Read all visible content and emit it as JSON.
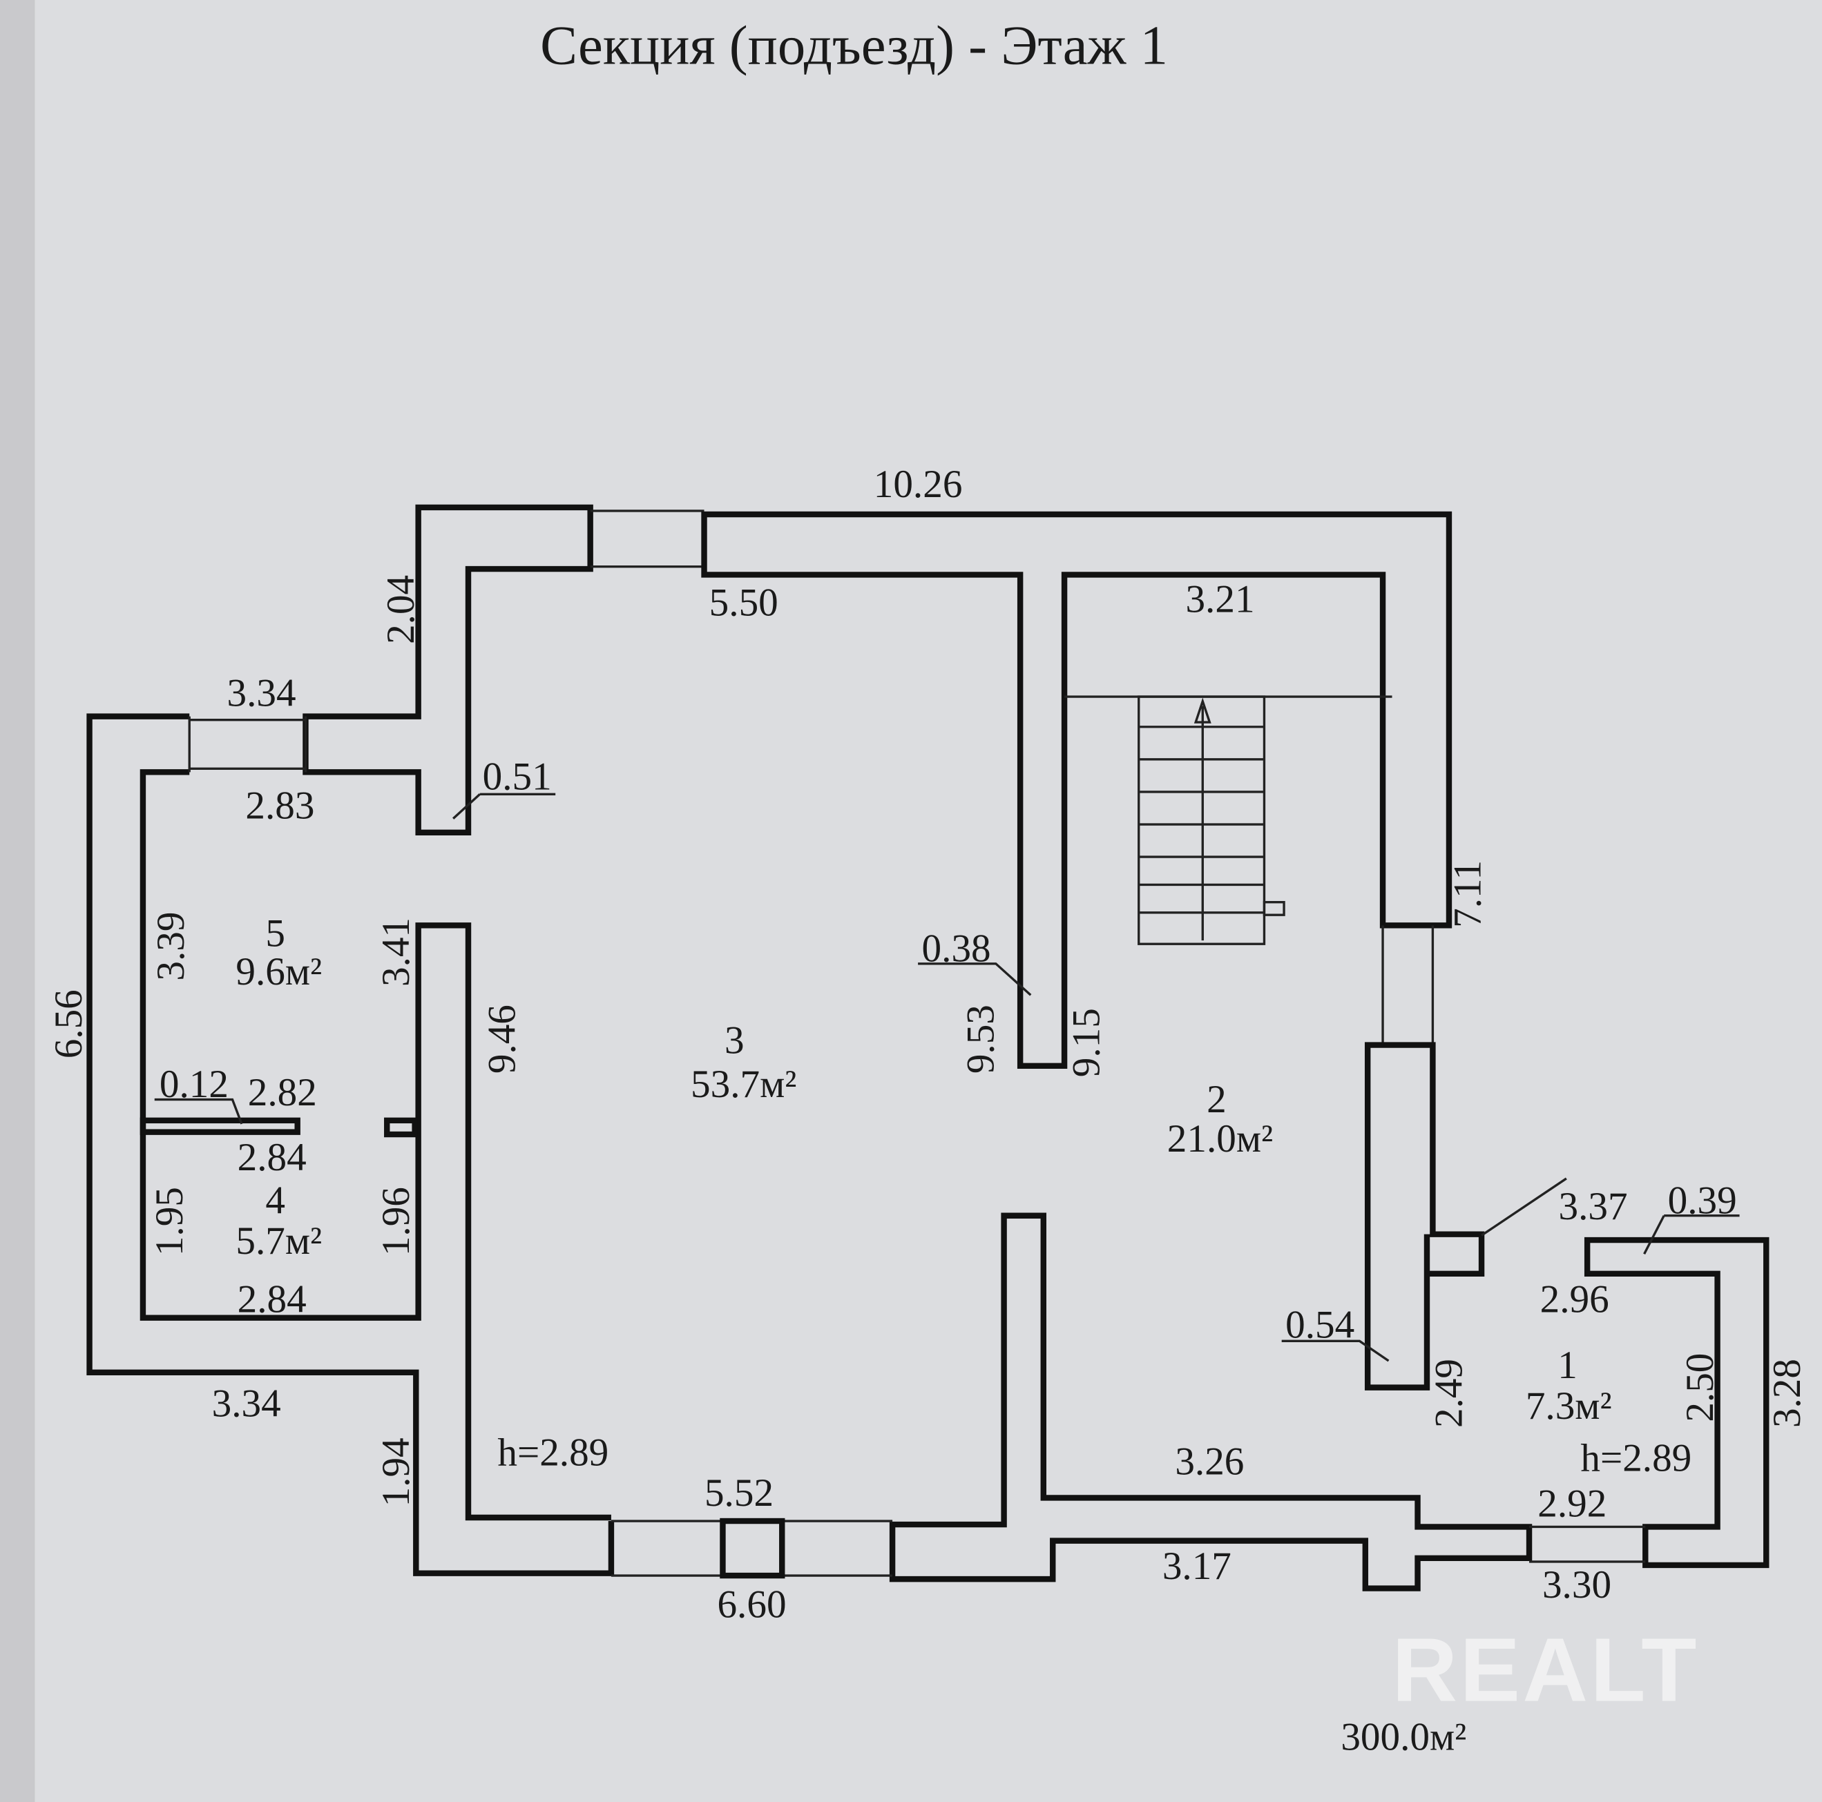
{
  "title": "Секция (подъезд) -    Этаж 1",
  "rooms": [
    {
      "number": "1",
      "area": "7.3м²"
    },
    {
      "number": "2",
      "area": "21.0м²"
    },
    {
      "number": "3",
      "area": "53.7м²"
    },
    {
      "number": "4",
      "area": "5.7м²"
    },
    {
      "number": "5",
      "area": "9.6м²"
    }
  ],
  "heights": {
    "main": "h=2.89",
    "room1": "h=2.89"
  },
  "dimensions": {
    "top_overall": "10.26",
    "top_room3": "5.50",
    "top_stair": "3.21",
    "left_top": "3.34",
    "room5_top": "2.83",
    "wall_051": "0.51",
    "stub_204": "2.04",
    "room5_left": "3.39",
    "room5_right": "3.41",
    "left_overall": "6.56",
    "room3_left": "9.46",
    "room3_right": "9.53",
    "room2_left": "9.15",
    "stair_right": "7.11",
    "wall_038": "0.38",
    "wall_012": "0.12",
    "room5_bottom": "2.82",
    "room4_top": "2.84",
    "room4_left": "1.95",
    "room4_right": "1.96",
    "room4_bottom": "2.84",
    "left_bottom": "3.34",
    "stub_194": "1.94",
    "room3_bottom": "5.52",
    "outer_bottom": "6.60",
    "room2_bottom": "3.26",
    "outer_bottom2": "3.17",
    "wall_054": "0.54",
    "room2_right": "2.49",
    "diag_337": "3.37",
    "wall_039": "0.39",
    "room1_top": "2.96",
    "room1_right": "2.50",
    "room1_outer_right": "3.28",
    "room1_bottom": "2.92",
    "room1_outer_bottom": "3.30"
  },
  "total_area": "300.0м²",
  "watermark": "REALT"
}
